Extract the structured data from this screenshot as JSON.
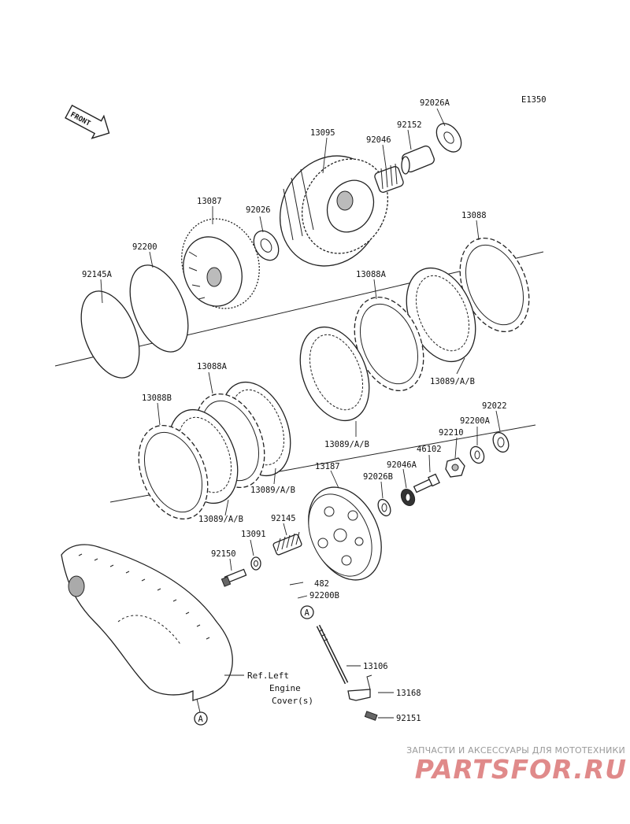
{
  "diagram": {
    "code": "E1350",
    "front_label": "FRONT",
    "circle_ref": "A",
    "reference_note": [
      "Ref.Left",
      "Engine",
      "Cover(s)"
    ]
  },
  "parts": {
    "p13095": "13095",
    "p92026A": "92026A",
    "p92152": "92152",
    "p92046": "92046",
    "p13087": "13087",
    "p92026": "92026",
    "p92200": "92200",
    "p92145A": "92145A",
    "p13088": "13088",
    "p13088A_top": "13088A",
    "p13089_right": "13089/A/B",
    "p13088A_left": "13088A",
    "p13088B": "13088B",
    "p13089_mid": "13089/A/B",
    "p13089_inner": "13089/A/B",
    "p13089_left": "13089/A/B",
    "p92022": "92022",
    "p92200A": "92200A",
    "p92210": "92210",
    "p46102": "46102",
    "p13187": "13187",
    "p92046A": "92046A",
    "p92026B": "92026B",
    "p92145": "92145",
    "p13091": "13091",
    "p92150": "92150",
    "p482": "482",
    "p92200B": "92200B",
    "p13106": "13106",
    "p13168": "13168",
    "p92151": "92151"
  },
  "watermark": {
    "tagline": "ЗАПЧАСТИ И АКСЕССУАРЫ ДЛЯ МОТОТЕХНИКИ",
    "brand": "PARTSFOR.RU"
  },
  "colors": {
    "ink": "#111111",
    "watermark_gray": "#9a9a9a",
    "watermark_red": "#e08a8a"
  }
}
